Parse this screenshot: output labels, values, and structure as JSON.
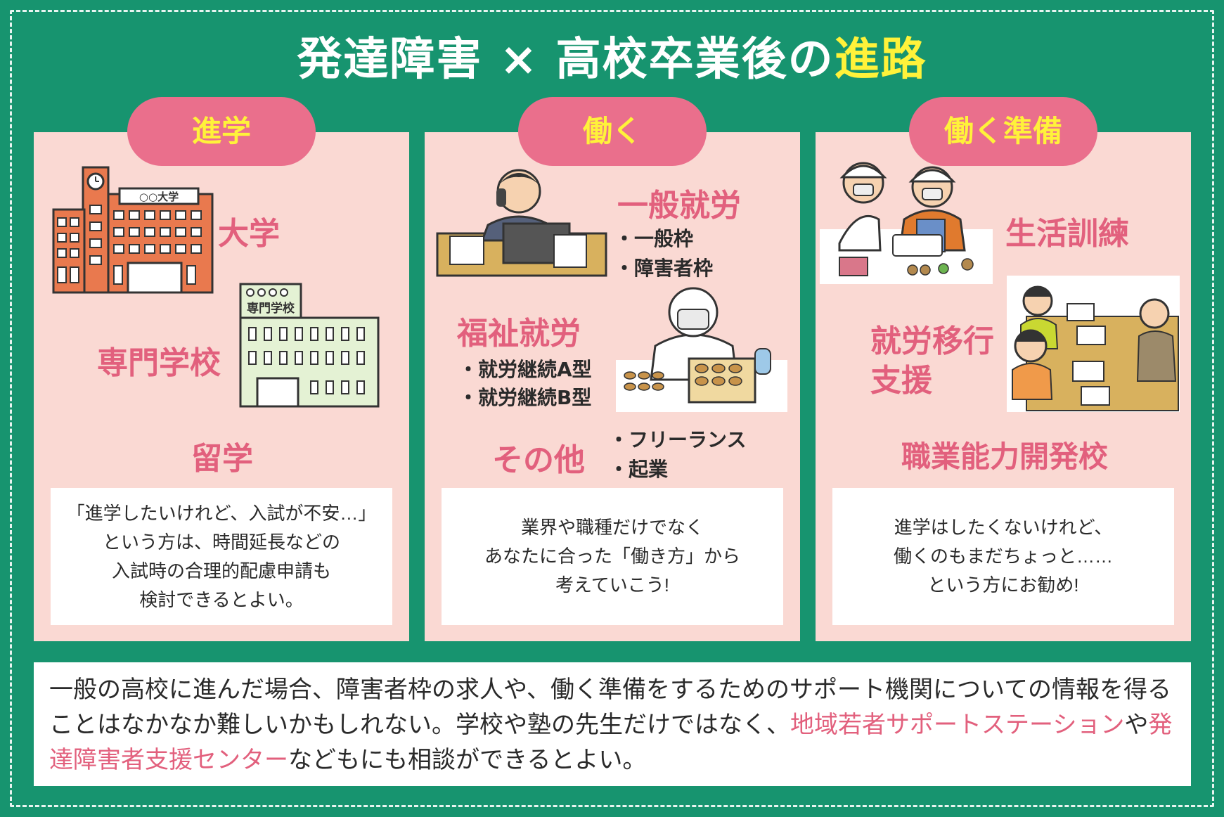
{
  "title": {
    "main": "発達障害 × 高校卒業後の",
    "highlight": "進路"
  },
  "colors": {
    "background": "#17946f",
    "panel": "#fad9d3",
    "pill": "#ea6f8c",
    "pill_text": "#fff23a",
    "accent_pink": "#e2607d"
  },
  "columns": [
    {
      "heading": "進学",
      "labels": {
        "university": "大学",
        "vocational": "専門学校",
        "study_abroad": "留学"
      },
      "signs": {
        "university": "○○大学",
        "vocational": "専門学校"
      },
      "note": "「進学したいけれど、入試が不安…」\nという方は、時間延長などの\n入試時の合理的配慮申請も\n検討できるとよい。"
    },
    {
      "heading": "働く",
      "general_employment": {
        "label": "一般就労",
        "items": [
          "・一般枠",
          "・障害者枠"
        ]
      },
      "welfare_employment": {
        "label": "福祉就労",
        "items": [
          "・就労継続A型",
          "・就労継続B型"
        ]
      },
      "other": {
        "label": "その他",
        "items": [
          "・フリーランス",
          "・起業"
        ]
      },
      "note": "業界や職種だけでなく\nあなたに合った「働き方」から\n考えていこう!"
    },
    {
      "heading": "働く準備",
      "labels": {
        "life_training": "生活訓練",
        "transition_support": "就労移行\n支援",
        "vocational_school": "職業能力開発校"
      },
      "note": "進学はしたくないけれど、\n働くのもまだちょっと……\nという方にお勧め!"
    }
  ],
  "bottom": {
    "text_1": "一般の高校に進んだ場合、障害者枠の求人や、働く準備をするためのサポート機関についての情報を得ることはなかなか難しいかもしれない。学校や塾の先生だけではなく、",
    "link_1": "地域若者サポートステーション",
    "text_2": "や",
    "link_2": "発達障害者支援センター",
    "text_3": "などもにも相談ができるとよい。"
  }
}
